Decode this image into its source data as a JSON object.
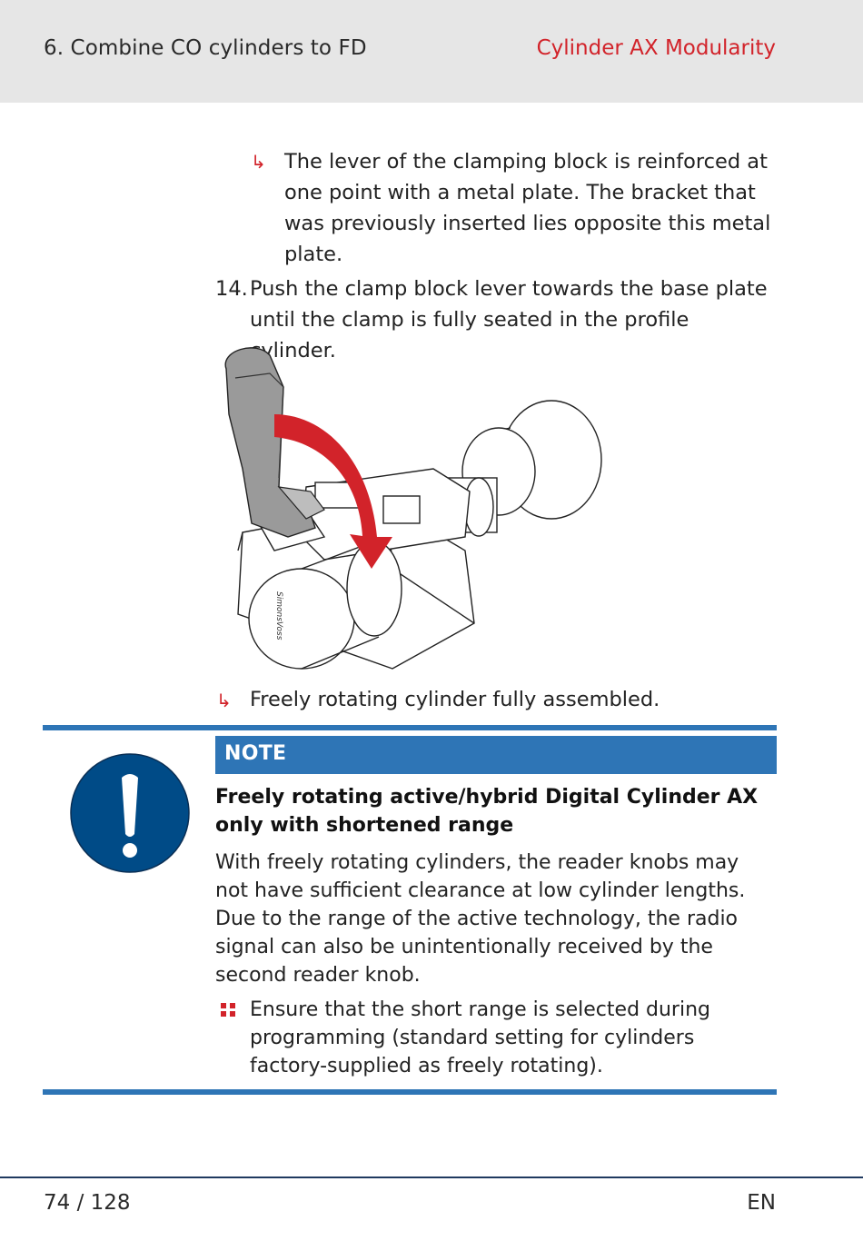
{
  "header": {
    "section": "6. Combine CO cylinders to FD",
    "product": "Cylinder AX Modularity"
  },
  "content": {
    "result1": "The lever of the clamping block is reinforced at one point with a metal plate. The bracket that was previously inserted lies opposite this metal plate.",
    "step14_number": "14.",
    "step14_text": "Push the clamp block lever towards the base plate until the clamp is fully seated in the profile cylinder.",
    "figure_brand": "SimonsVoss",
    "result2": "Freely rotating cylinder fully assembled."
  },
  "note": {
    "label": "NOTE",
    "title": "Freely rotating active/hybrid Digital Cylinder AX only with shortened range",
    "body": "With freely rotating cylinders, the reader knobs may not have sufficient clearance at low cylinder lengths. Due to the range of the active technology, the radio signal can also be unintentionally received by the second reader knob.",
    "bullet": "Ensure that the short range is selected during programming (standard setting for cylinders factory-supplied as freely rotating)."
  },
  "footer": {
    "page": "74 / 128",
    "language": "EN"
  },
  "colors": {
    "accent_red": "#d2232a",
    "note_blue": "#2e75b6",
    "icon_blue": "#004b87"
  }
}
